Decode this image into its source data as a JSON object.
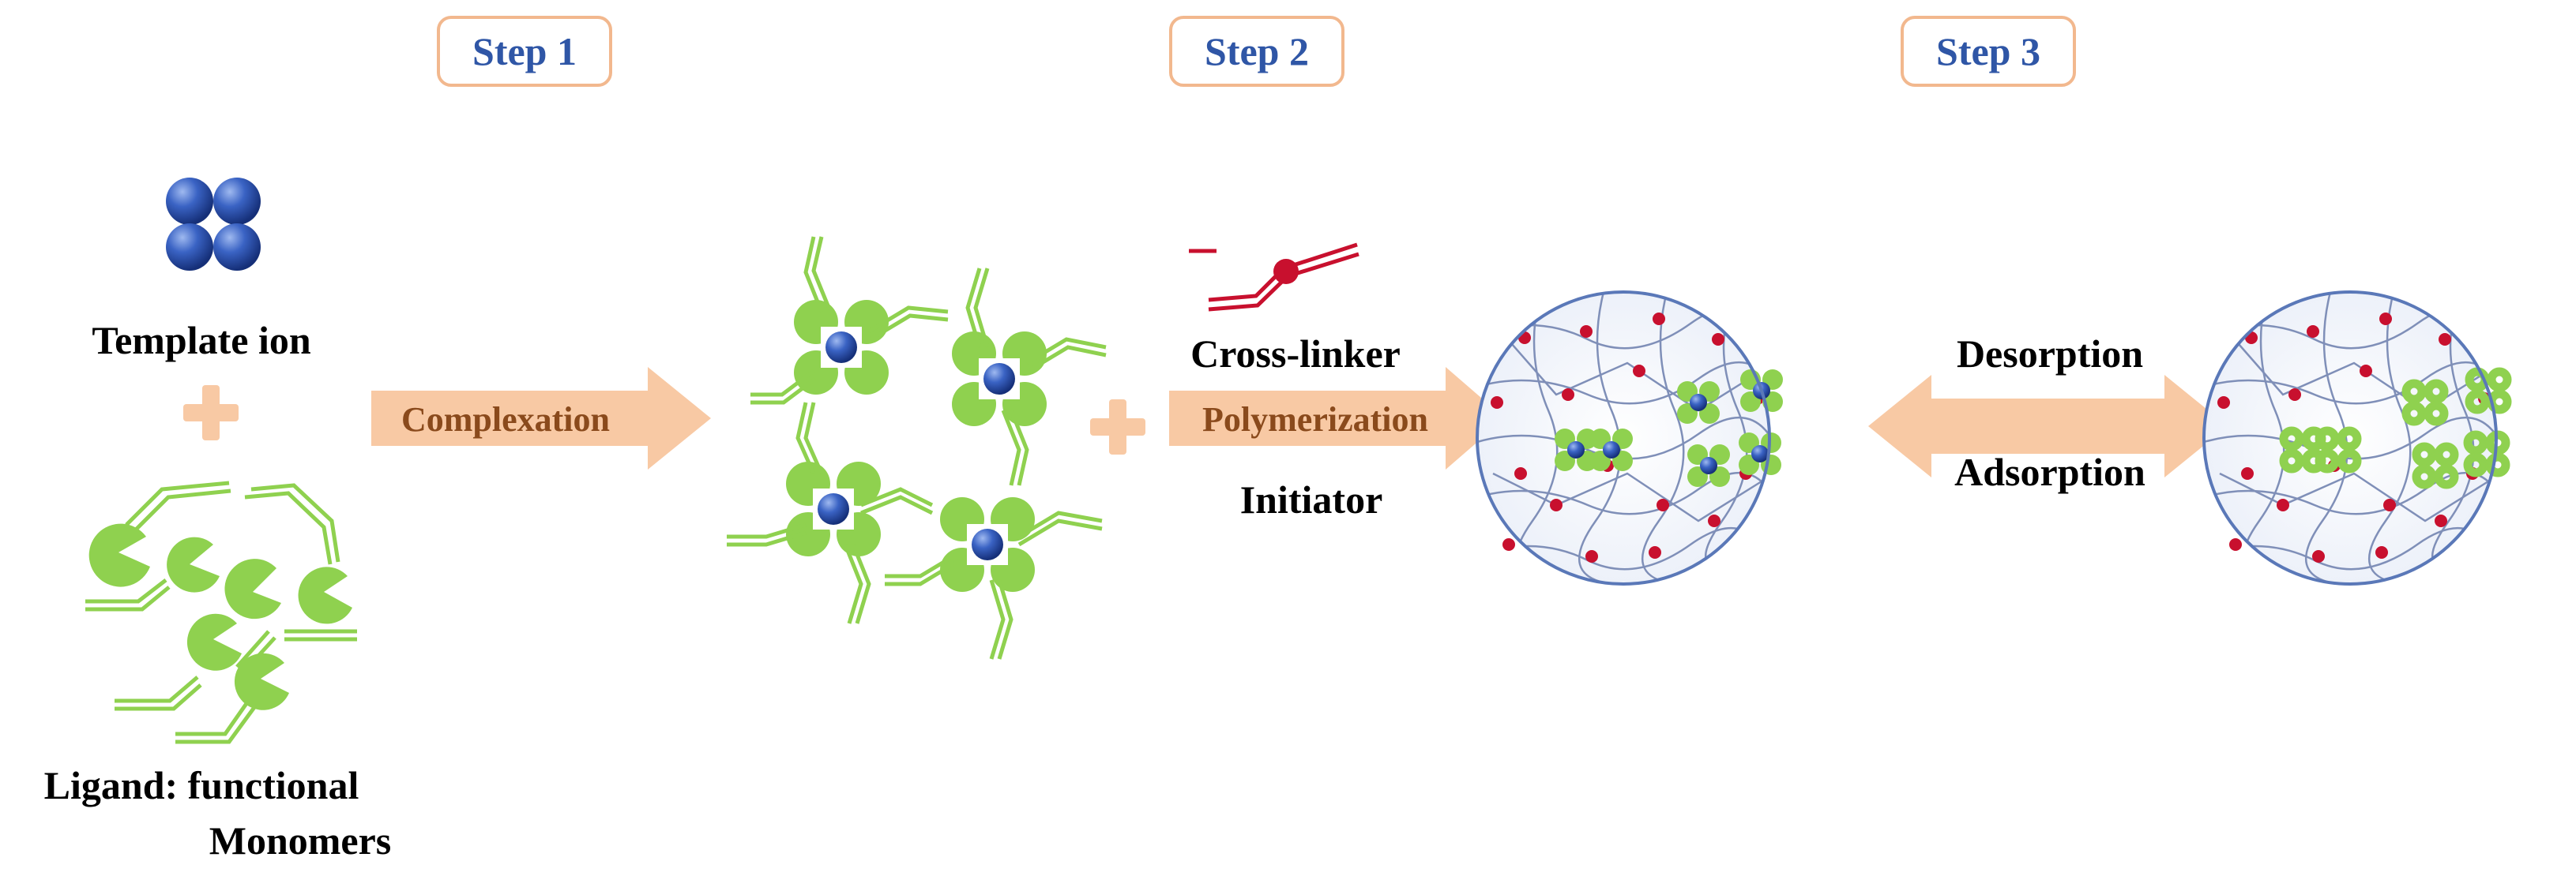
{
  "steps": [
    "Step 1",
    "Step 2",
    "Step 3"
  ],
  "labels": {
    "template_ion": "Template ion",
    "ligand_line1": "Ligand: functional",
    "ligand_line2": "Monomers",
    "cross_linker": "Cross-linker",
    "initiator": "Initiator",
    "desorption": "Desorption",
    "adsorption": "Adsorption"
  },
  "arrows": {
    "complexation": "Complexation",
    "polymerization": "Polymerization"
  },
  "colors": {
    "step_text": "#2f56a6",
    "step_border": "#f2b88e",
    "arrow_fill": "#f8c9a4",
    "arrow_text": "#8a4a1c",
    "ligand_green": "#8fd14f",
    "ion_blue": "#2d55b8",
    "crosslink_red": "#c8102e",
    "mesh_line": "#7f8fb8",
    "circle_border": "#5a78b8"
  }
}
